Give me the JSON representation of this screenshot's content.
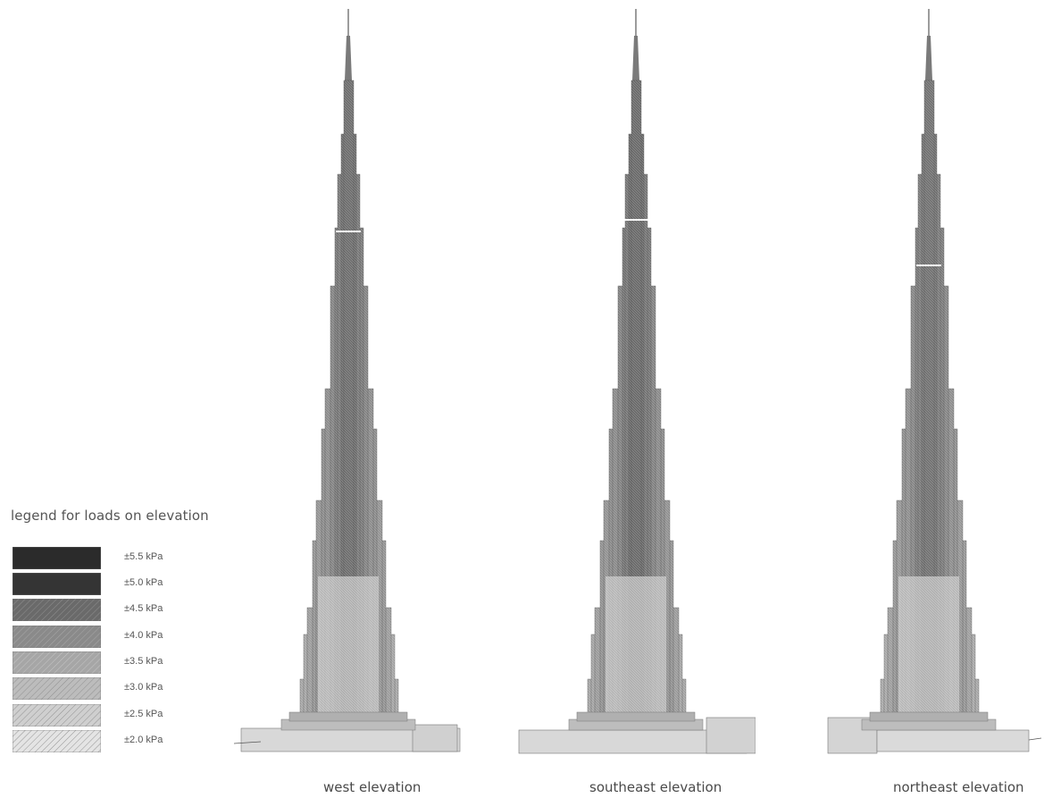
{
  "legend": {
    "title": "legend for loads on elevation",
    "items": [
      {
        "label": "±5.5 kPa",
        "color": "#2b2b2b",
        "pattern": "solid"
      },
      {
        "label": "±5.0 kPa",
        "color": "#343434",
        "pattern": "solid"
      },
      {
        "label": "±4.5 kPa",
        "color": "#6a6a6a",
        "pattern": "dense-hatch"
      },
      {
        "label": "±4.0 kPa",
        "color": "#8a8a8a",
        "pattern": "dense-hatch"
      },
      {
        "label": "±3.5 kPa",
        "color": "#a6a6a6",
        "pattern": "fine-hatch"
      },
      {
        "label": "±3.0 kPa",
        "color": "#bcbcbc",
        "pattern": "diagonal-hatch"
      },
      {
        "label": "±2.5 kPa",
        "color": "#cfcfcf",
        "pattern": "diagonal-hatch"
      },
      {
        "label": "±2.0 kPa",
        "color": "#e4e4e4",
        "pattern": "light-hatch"
      }
    ]
  },
  "elevations": [
    {
      "caption": "west elevation"
    },
    {
      "caption": "southeast  elevation"
    },
    {
      "caption": "northeast elevation"
    }
  ]
}
